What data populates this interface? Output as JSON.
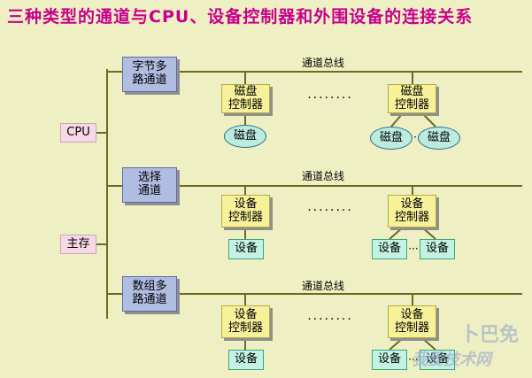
{
  "title": "三种类型的通道与CPU、设备控制器和外围设备的连接关系",
  "left_nodes": {
    "cpu": "CPU",
    "memory": "主存"
  },
  "sections": [
    {
      "channel": "字节多\n路通道",
      "bus": "通道总线",
      "controller_left": "磁盘\n控制器",
      "controller_right": "磁盘\n控制器",
      "device_left": "磁盘",
      "device_right_a": "磁盘",
      "device_right_b": "磁盘",
      "dots": "········",
      "device_dots": "·"
    },
    {
      "channel": "选择\n通道",
      "bus": "通道总线",
      "controller_left": "设备\n控制器",
      "controller_right": "设备\n控制器",
      "device_left": "设备",
      "device_right_a": "设备",
      "device_right_b": "设备",
      "dots": "········",
      "device_dots": "···"
    },
    {
      "channel": "数组多\n路通道",
      "bus": "通道总线",
      "controller_left": "设备\n控制器",
      "controller_right": "设备\n控制器",
      "device_left": "设备",
      "device_right_a": "设备",
      "device_right_b": "设备",
      "dots": "········",
      "device_dots": "···"
    }
  ],
  "watermark": {
    "brand": "我爱技术网",
    "chars": "卜巴免"
  },
  "colors": {
    "background": "#eef0c4",
    "title": "#c8008c",
    "line": "#6b6b1e"
  }
}
